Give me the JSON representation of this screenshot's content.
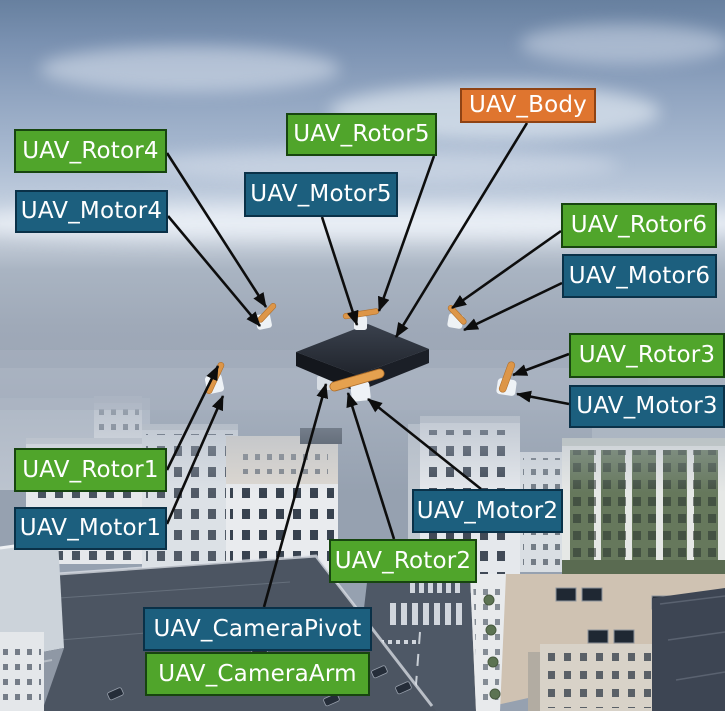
{
  "labels": {
    "body": "UAV_Body",
    "rotor1": "UAV_Rotor1",
    "motor1": "UAV_Motor1",
    "rotor2": "UAV_Rotor2",
    "motor2": "UAV_Motor2",
    "rotor3": "UAV_Rotor3",
    "motor3": "UAV_Motor3",
    "rotor4": "UAV_Rotor4",
    "motor4": "UAV_Motor4",
    "rotor5": "UAV_Rotor5",
    "motor5": "UAV_Motor5",
    "rotor6": "UAV_Rotor6",
    "motor6": "UAV_Motor6",
    "camera_pivot": "UAV_CameraPivot",
    "camera_arm": "UAV_CameraArm"
  },
  "colors": {
    "rotor_label_fill": "#50a52b",
    "motor_label_fill": "#1c5f7e",
    "body_label_fill": "#df752f",
    "label_text": "#ffffff",
    "arrow": "#0d0d0d",
    "drone_rotor_orange": "#dd9648",
    "drone_body_dark": "#20242c"
  }
}
